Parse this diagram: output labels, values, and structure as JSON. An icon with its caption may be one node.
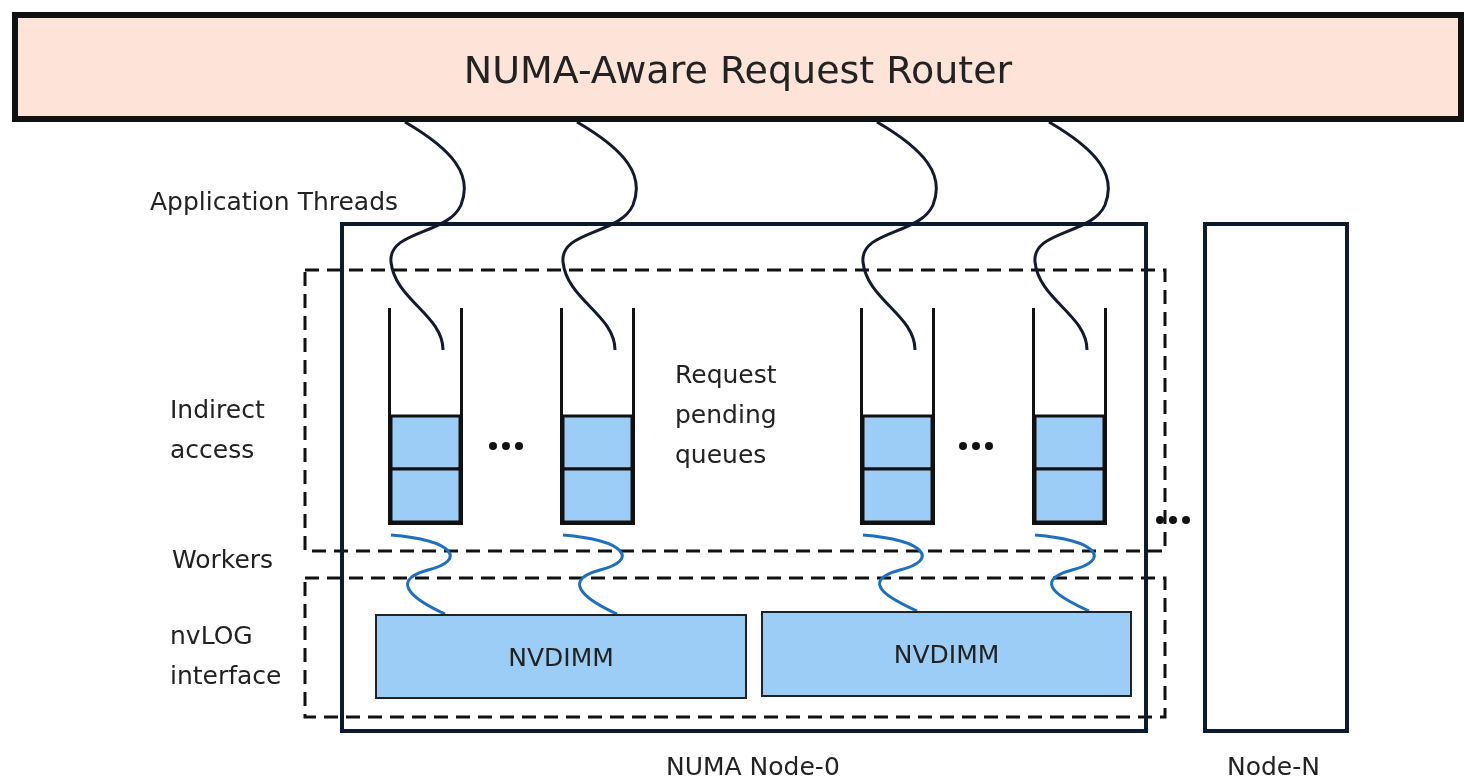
{
  "diagram": {
    "nodes": [
      {
        "text": [
          "NUMA-Aware Request Router"
        ]
      },
      {
        "text": [
          "NUMA Node-0"
        ]
      },
      {
        "text": [
          "Node-N"
        ]
      },
      {
        "text": [],
        "shape": "box",
        "in": 1
      },
      {
        "text": [],
        "shape": "box",
        "in": 1
      },
      {
        "text": [],
        "shape": "box",
        "in": 1
      },
      {
        "text": [],
        "shape": "box",
        "in": 1
      },
      {
        "text": [
          "NVDIMM"
        ],
        "in": 1
      },
      {
        "text": [
          "NVDIMM"
        ],
        "in": 1
      }
    ],
    "edges": [
      {
        "from": 0,
        "to": 3,
        "arrow": "none"
      },
      {
        "from": 0,
        "to": 4,
        "arrow": "none"
      },
      {
        "from": 0,
        "to": 5,
        "arrow": "none"
      },
      {
        "from": 0,
        "to": 6,
        "arrow": "none"
      },
      {
        "from": 3,
        "to": 7,
        "arrow": "none",
        "color": "#1f6fc0"
      },
      {
        "from": 4,
        "to": 7,
        "arrow": "none",
        "color": "#1f6fc0"
      },
      {
        "from": 5,
        "to": 8,
        "arrow": "none",
        "color": "#1f6fc0"
      },
      {
        "from": 6,
        "to": 8,
        "arrow": "none",
        "color": "#1f6fc0"
      }
    ],
    "labels": [
      "Application Threads",
      "Indirect access",
      "Request pending queues",
      "Workers",
      "nvLOG interface"
    ]
  }
}
